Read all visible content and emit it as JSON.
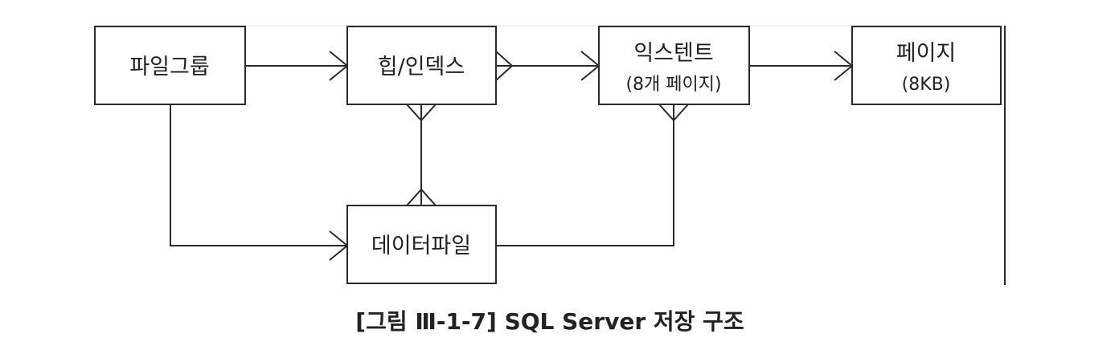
{
  "entities": {
    "filegroup": {
      "label": "파일그룹"
    },
    "heap_index": {
      "label": "힙/인덱스"
    },
    "extent": {
      "label": "익스텐트",
      "sublabel": "(8개 페이지)"
    },
    "page": {
      "label": "페이지",
      "sublabel": "(8KB)"
    },
    "datafile": {
      "label": "데이터파일"
    }
  },
  "caption": "[그림 Ⅲ-1-7] SQL Server 저장 구조"
}
